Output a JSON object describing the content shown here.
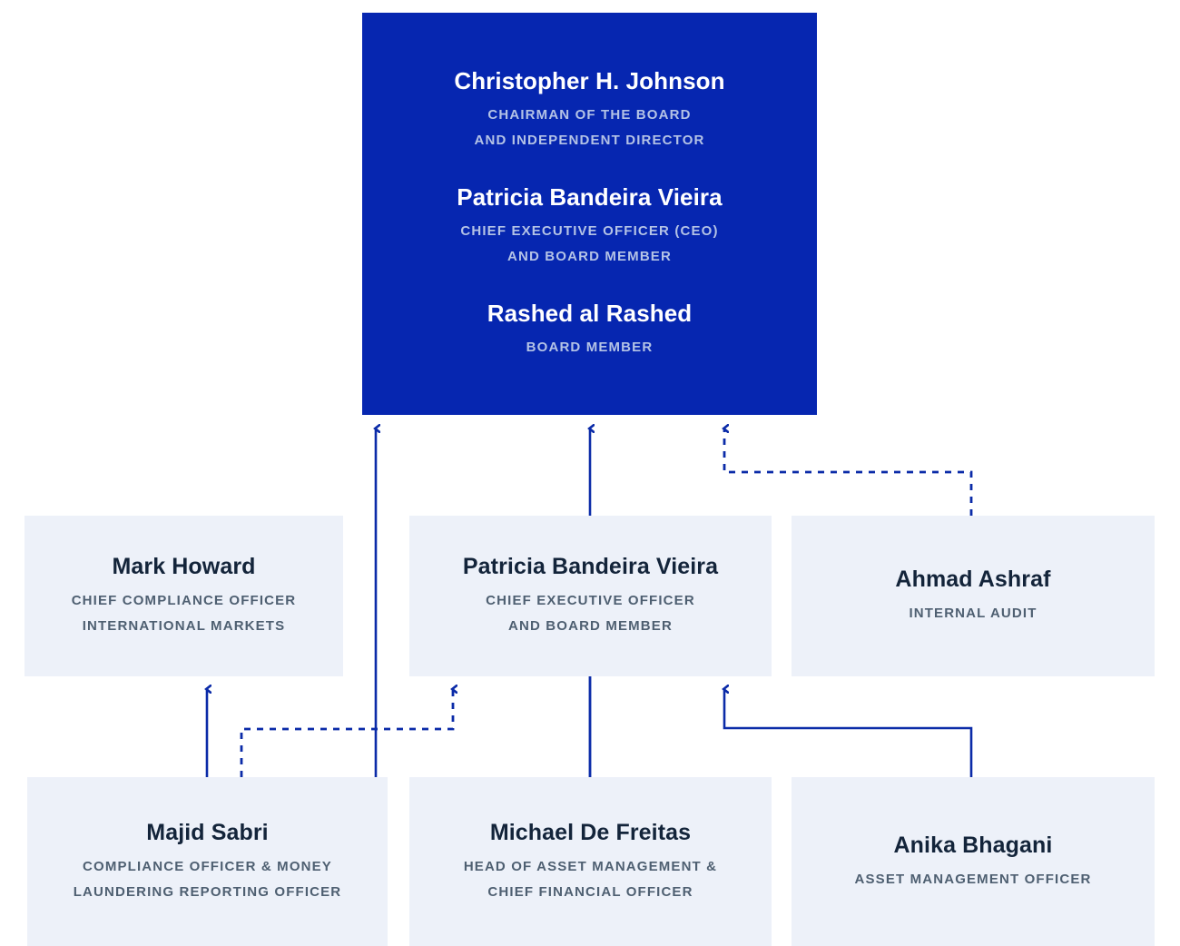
{
  "colors": {
    "board_bg": "#0626B0",
    "board_name_text": "#FFFFFF",
    "board_title_text": "#B4C3E6",
    "node_bg": "#EDF1F9",
    "node_name_text": "#13243A",
    "node_title_text": "#4E5F71",
    "connector": "#0B2BA8",
    "page_bg": "#FFFFFF"
  },
  "board": {
    "members": [
      {
        "name": "Christopher H. Johnson",
        "title_line1": "CHAIRMAN OF THE BOARD",
        "title_line2": "AND INDEPENDENT DIRECTOR"
      },
      {
        "name": "Patricia Bandeira Vieira",
        "title_line1": "CHIEF EXECUTIVE OFFICER (CEO)",
        "title_line2": "AND BOARD MEMBER"
      },
      {
        "name": "Rashed al Rashed",
        "title_line1": "BOARD MEMBER",
        "title_line2": ""
      }
    ]
  },
  "middle_row": [
    {
      "name": "Mark Howard",
      "title_line1": "CHIEF COMPLIANCE OFFICER",
      "title_line2": "INTERNATIONAL MARKETS"
    },
    {
      "name": "Patricia Bandeira Vieira",
      "title_line1": "CHIEF EXECUTIVE OFFICER",
      "title_line2": "AND BOARD MEMBER"
    },
    {
      "name": "Ahmad Ashraf",
      "title_line1": "INTERNAL AUDIT",
      "title_line2": ""
    }
  ],
  "bottom_row": [
    {
      "name": "Majid Sabri",
      "title_line1": "COMPLIANCE OFFICER & MONEY",
      "title_line2": "LAUNDERING REPORTING OFFICER"
    },
    {
      "name": "Michael De Freitas",
      "title_line1": "HEAD OF ASSET MANAGEMENT &",
      "title_line2": "CHIEF FINANCIAL OFFICER"
    },
    {
      "name": "Anika Bhagani",
      "title_line1": "ASSET MANAGEMENT OFFICER",
      "title_line2": ""
    }
  ],
  "connectors": [
    {
      "id": "majid-to-board",
      "style": "solid",
      "from": "Majid Sabri",
      "to": "Board",
      "arrow": "up"
    },
    {
      "id": "michael-to-board",
      "style": "solid",
      "from": "Michael De Freitas",
      "to": "Board",
      "arrow": "up"
    },
    {
      "id": "ahmad-to-board",
      "style": "dotted",
      "from": "Ahmad Ashraf",
      "to": "Board",
      "arrow": "up"
    },
    {
      "id": "majid-to-mark",
      "style": "solid",
      "from": "Majid Sabri",
      "to": "Mark Howard",
      "arrow": "up"
    },
    {
      "id": "majid-to-ceo",
      "style": "dotted",
      "from": "Majid Sabri",
      "to": "Patricia Bandeira Vieira",
      "arrow": "up"
    },
    {
      "id": "michael-to-ceo",
      "style": "solid",
      "from": "Michael De Freitas",
      "to": "Patricia Bandeira Vieira",
      "arrow": "up"
    },
    {
      "id": "anika-to-ceo",
      "style": "solid",
      "from": "Anika Bhagani",
      "to": "Patricia Bandeira Vieira",
      "arrow": "up"
    }
  ]
}
